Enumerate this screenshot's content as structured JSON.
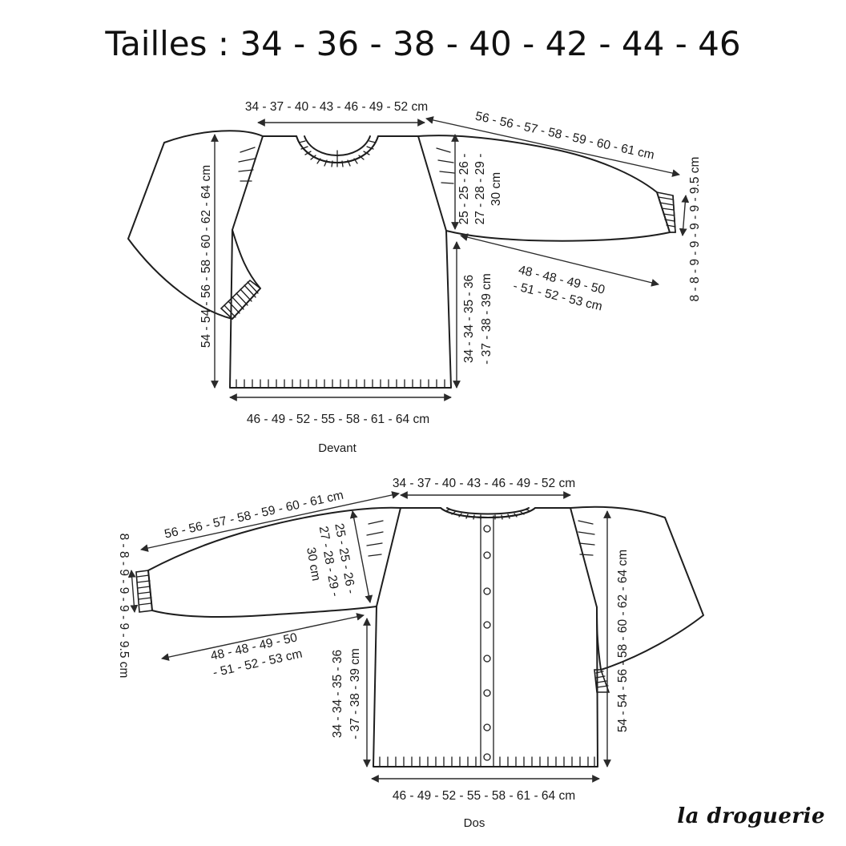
{
  "title": "Tailles : 34 - 36 - 38 - 40 - 42 - 44 - 46",
  "logo": "la droguerie",
  "front": {
    "caption": "Devant",
    "shoulder_width": "34 - 37 - 40 - 43 - 46 - 49 - 52 cm",
    "sleeve_top": "56 - 56 - 57 - 58 - 59 - 60 - 61 cm",
    "cuff": "8 - 8 - 9 - 9 - 9 - 9 - 9.5 cm",
    "armhole": [
      "25 - 25 - 26 -",
      "27 - 28 - 29 -",
      "30 cm"
    ],
    "underarm_sleeve": [
      "48 - 48 - 49 - 50",
      "- 51 - 52 - 53 cm"
    ],
    "side_length": [
      "34 - 34 - 35 - 36",
      "- 37 - 38 - 39 cm"
    ],
    "total_length": "54 - 54 - 56 - 58 - 60 - 62 - 64 cm",
    "bottom_width": "46 - 49 - 52 - 55 - 58 - 61 - 64 cm"
  },
  "back": {
    "caption": "Dos",
    "shoulder_width": "34 - 37 - 40 - 43 - 46 - 49 - 52 cm",
    "sleeve_top": "56 - 56 - 57 - 58 - 59 - 60 - 61 cm",
    "cuff": "8 - 8 - 9 - 9 - 9 - 9 - 9.5 cm",
    "armhole": [
      "25 - 25 - 26 -",
      "27 - 28 - 29 -",
      "30 cm"
    ],
    "underarm_sleeve": [
      "48 - 48 - 49 - 50",
      "- 51 - 52 - 53 cm"
    ],
    "side_length": [
      "34 - 34 - 35 - 36",
      "- 37 - 38 - 39 cm"
    ],
    "total_length": "54 - 54 - 56 - 58 - 60 - 62 - 64 cm",
    "bottom_width": "46 - 49 - 52 - 55 - 58 - 61 - 64 cm"
  }
}
